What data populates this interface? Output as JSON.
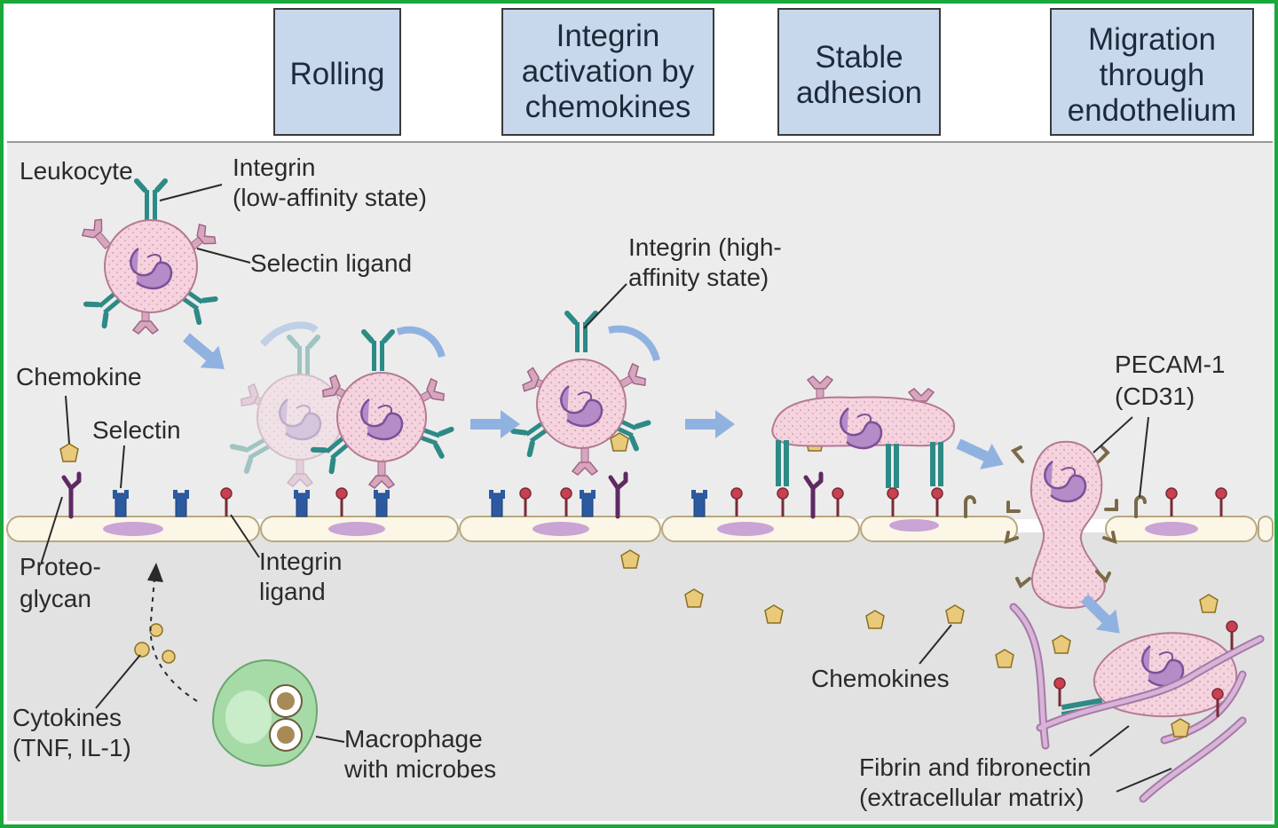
{
  "stages": [
    {
      "lines": [
        "Rolling"
      ]
    },
    {
      "lines": [
        "Integrin",
        "activation by",
        "chemokines"
      ]
    },
    {
      "lines": [
        "Stable",
        "adhesion"
      ]
    },
    {
      "lines": [
        "Migration",
        "through",
        "endothelium"
      ]
    }
  ],
  "labels": {
    "leukocyte": "Leukocyte",
    "integrin_low": [
      "Integrin",
      "(low-affinity state)"
    ],
    "selectin_ligand": "Selectin ligand",
    "integrin_high": [
      "Integrin (high-",
      "affinity state)"
    ],
    "chemokine": "Chemokine",
    "selectin": "Selectin",
    "proteoglycan": [
      "Proteo-",
      "glycan"
    ],
    "integrin_ligand": [
      "Integrin",
      "ligand"
    ],
    "pecam": [
      "PECAM-1",
      "(CD31)"
    ],
    "cytokines": [
      "Cytokines",
      "(TNF, IL-1)"
    ],
    "macrophage": [
      "Macrophage",
      "with microbes"
    ],
    "chemokines": "Chemokines",
    "matrix": [
      "Fibrin and fibronectin",
      "(extracellular matrix)"
    ]
  },
  "colors": {
    "frame": "#1aa83a",
    "stage_box": "#c8d8ec",
    "lumen": "#ececec",
    "tissue": "#e2e2e2",
    "endothelium": "#fbf6e6",
    "endothelial_nucleus": "#c9a4d4",
    "leukocyte": "#f5d3de",
    "leukocyte_nucleus": "#b58cc8",
    "integrin": "#2d8a86",
    "selectin": "#2c5aa0",
    "selectin_ligand": "#d7a6be",
    "chemokine": "#e9c97a",
    "proteoglycan": "#5e2a63",
    "integrin_ligand": "#c94050",
    "pecam": "#7b6a48",
    "macrophage": "#a6dba8",
    "fibrin": "#c9a0c9",
    "arrow": "#8fb2e0"
  }
}
